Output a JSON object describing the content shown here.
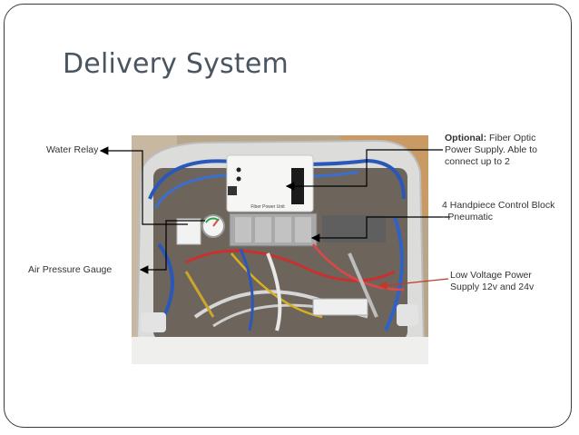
{
  "slide": {
    "title": "Delivery System"
  },
  "callouts": {
    "water_relay": "Water Relay",
    "air_pressure_gauge": "Air Pressure Gauge",
    "fiber_optic_bold": "Optional:",
    "fiber_optic_line1_rest": " Fiber Optic",
    "fiber_optic_line2": "Power Supply. Able to",
    "fiber_optic_line3": "connect up to 2",
    "handpiece_line1": "4 Handpiece Control Block",
    "handpiece_line2": "- Pneumatic",
    "low_voltage_line1": "Low Voltage Power",
    "low_voltage_line2": "Supply 12v and 24v"
  },
  "photo": {
    "board_label": "Fiber Power Unit"
  },
  "colors": {
    "title": "#4a5561",
    "frame": "#3a3a3a",
    "arrow": "#000000",
    "low_voltage_arrow": "#c0392b"
  }
}
